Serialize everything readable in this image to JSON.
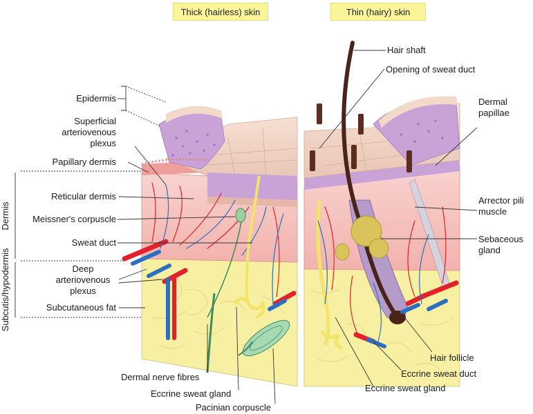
{
  "headers": {
    "thick": "Thick (hairless) skin",
    "thin": "Thin (hairy) skin"
  },
  "labels_left": {
    "epidermis": "Epidermis",
    "superficial_plexus": "Superficial\narteriovenous\nplexus",
    "papillary_dermis": "Papillary dermis",
    "reticular_dermis": "Reticular dermis",
    "meissners_corpuscle": "Meissner's corpuscle",
    "sweat_duct": "Sweat duct",
    "deep_plexus": "Deep\narteriovenous\nplexus",
    "subcutaneous_fat": "Subcutaneous fat"
  },
  "labels_bottom": {
    "dermal_nerve_fibres": "Dermal nerve fibres",
    "eccrine_sweat_gland_left": "Eccrine sweat gland",
    "pacinian_corpuscle": "Pacinian corpuscle"
  },
  "labels_right": {
    "hair_shaft": "Hair shaft",
    "opening_sweat_duct": "Opening of sweat duct",
    "dermal_papillae": "Dermal\npapillae",
    "arrector_pili": "Arrector pili\nmuscle",
    "sebaceous_gland": "Sebaceous\ngland",
    "hair_follicle": "Hair follicle",
    "eccrine_sweat_duct": "Eccrine sweat duct",
    "eccrine_sweat_gland_right": "Eccrine sweat gland"
  },
  "side_labels": {
    "dermis": "Dermis",
    "subcutis": "Subcutis/hypodermis"
  },
  "colors": {
    "header_bg": "#fbf59a",
    "epidermis": "#c9a3d8",
    "dermis": "#f6c3bf",
    "fat": "#f7f0a3",
    "artery": "#e2212a",
    "vein": "#2c6fbf",
    "nerve": "#3d8a5a",
    "gland": "#f2e46a",
    "hair": "#4a2418"
  }
}
